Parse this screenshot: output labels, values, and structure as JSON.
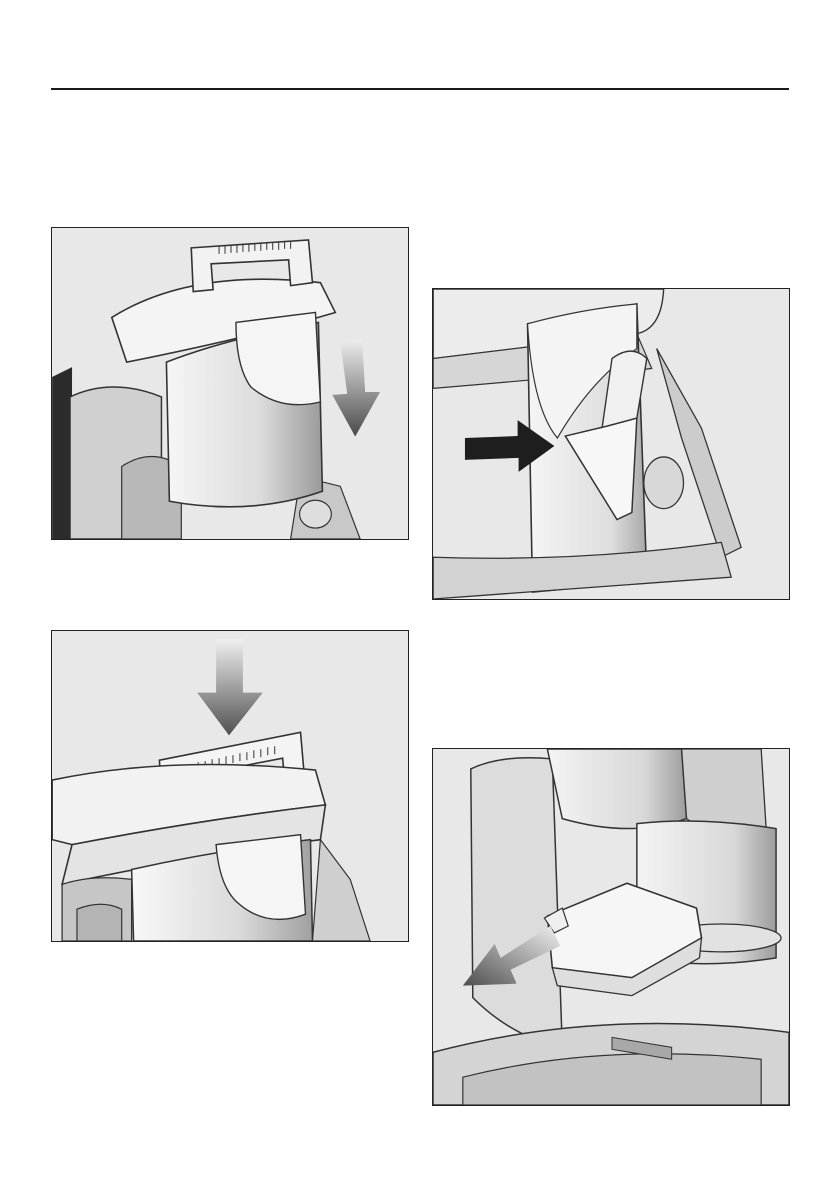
{
  "page": {
    "header_rule": true,
    "figures": [
      {
        "id": "fig-1",
        "depicts": "dust-container-lowered-into-housing",
        "arrow": "down"
      },
      {
        "id": "fig-2",
        "depicts": "carry-handle-pushed-down",
        "arrow": "down"
      },
      {
        "id": "fig-3",
        "depicts": "flap-on-container-lid",
        "arrow": "right"
      },
      {
        "id": "fig-4",
        "depicts": "filter-tray-pulled-out",
        "arrow": "down-left"
      }
    ]
  },
  "colors": {
    "frame": "#222222",
    "background": "#e8e8e8",
    "line_art": "#333333",
    "arrow_dark": "#1e1e1e",
    "arrow_gradient_top": "#f0f0f0",
    "arrow_gradient_bottom": "#505050"
  }
}
